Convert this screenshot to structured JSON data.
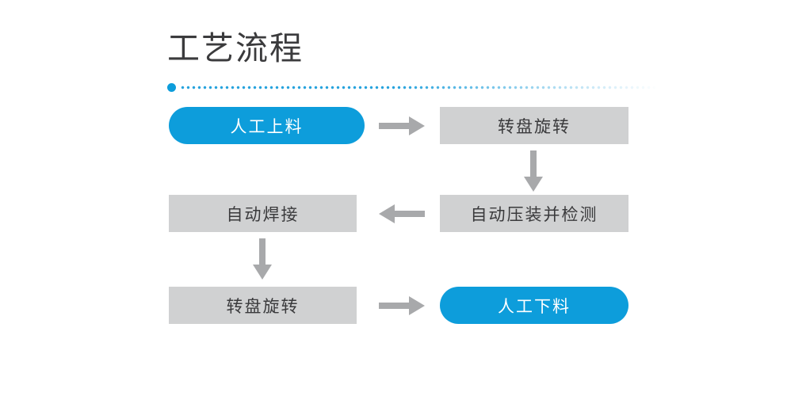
{
  "page": {
    "title": "工艺流程",
    "background_color": "#ffffff"
  },
  "theme": {
    "accent_blue": "#0d9ddb",
    "node_gray": "#d0d1d2",
    "text_dark": "#3a3a3c",
    "title_color": "#3b3b3d",
    "arrow_gray": "#a8a9ab"
  },
  "divider": {
    "lead_dot_color": "#0d9ddb",
    "dots_color": "#27a3dd"
  },
  "flow": {
    "nodes": [
      {
        "id": "manual-load",
        "label": "人工上料",
        "style": "blue",
        "order": 1
      },
      {
        "id": "turntable-1",
        "label": "转盘旋转",
        "style": "gray",
        "order": 2
      },
      {
        "id": "press-inspect",
        "label": "自动压装并检测",
        "style": "gray",
        "order": 3
      },
      {
        "id": "auto-weld",
        "label": "自动焊接",
        "style": "gray",
        "order": 4
      },
      {
        "id": "turntable-2",
        "label": "转盘旋转",
        "style": "gray",
        "order": 5
      },
      {
        "id": "manual-unload",
        "label": "人工下料",
        "style": "blue",
        "order": 6
      }
    ],
    "connectors": [
      {
        "id": "c1",
        "from": "manual-load",
        "to": "turntable-1",
        "direction": "right"
      },
      {
        "id": "c2",
        "from": "turntable-1",
        "to": "press-inspect",
        "direction": "down"
      },
      {
        "id": "c3",
        "from": "press-inspect",
        "to": "auto-weld",
        "direction": "left"
      },
      {
        "id": "c4",
        "from": "auto-weld",
        "to": "turntable-2",
        "direction": "down"
      },
      {
        "id": "c5",
        "from": "turntable-2",
        "to": "manual-unload",
        "direction": "right"
      }
    ]
  }
}
